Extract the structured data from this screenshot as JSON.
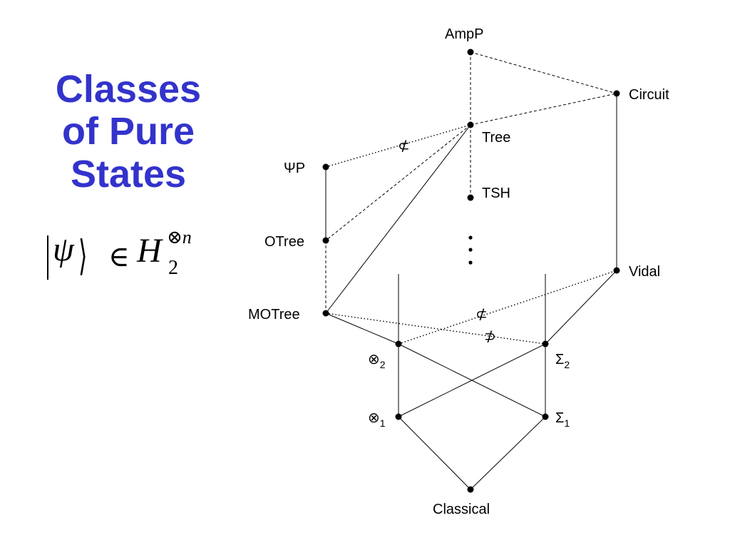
{
  "title": {
    "lines": [
      "Classes",
      "of Pure",
      "States"
    ]
  },
  "formula": {
    "psi": "ψ",
    "element_of": "∈",
    "space": "H",
    "subscript": "2",
    "superscript_op": "⊗",
    "superscript_var": "n"
  },
  "nodes": {
    "ampp": "AmpP",
    "circuit": "Circuit",
    "tree": "Tree",
    "psip": "ΨP",
    "tsh": "TSH",
    "otree": "OTree",
    "vidal": "Vidal",
    "motree": "MOTree",
    "tensor2": "⊗",
    "tensor2_sub": "2",
    "sigma2": "Σ",
    "sigma2_sub": "2",
    "tensor1": "⊗",
    "tensor1_sub": "1",
    "sigma1": "Σ",
    "sigma1_sub": "1",
    "classical": "Classical"
  },
  "relation_marks": {
    "not_subset": "⊄",
    "not_superset": "⊅"
  }
}
